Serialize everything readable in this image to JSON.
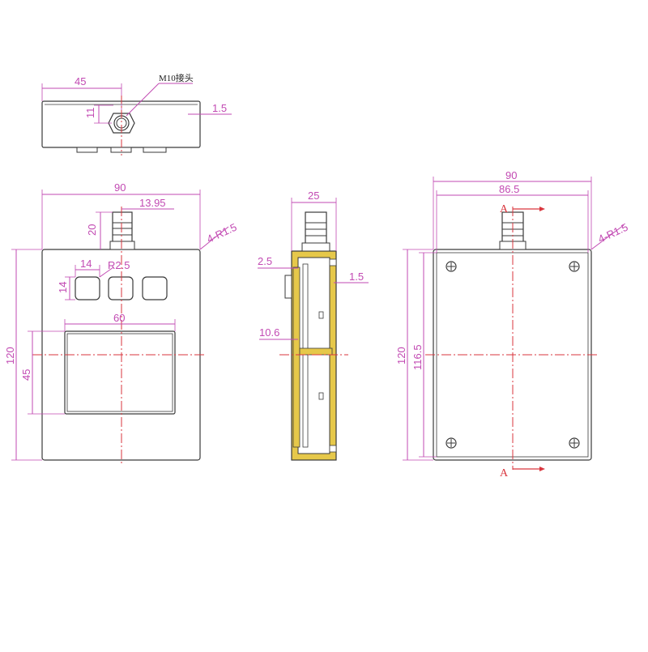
{
  "colors": {
    "outline": "#3a3a3a",
    "dimension": "#c24ab3",
    "centerline": "#d9363e",
    "housing": "#e6c84a"
  },
  "top_view": {
    "width_dim": "45",
    "height_dim": "11",
    "thickness_dim": "1.5",
    "connector_label": "M10接头"
  },
  "front_view": {
    "overall_width": "90",
    "connector_offset": "13.95",
    "connector_height": "20",
    "corner_radius": "4-R1.5",
    "key_width": "14",
    "key_radius": "R2.5",
    "key_height": "14",
    "touchpad_width": "60",
    "touchpad_height": "45",
    "overall_height": "120"
  },
  "side_view": {
    "depth": "25",
    "panel_offset": "2.5",
    "panel_thickness": "1.5",
    "center_offset": "10.6"
  },
  "back_view": {
    "overall_width": "90",
    "inner_width": "86.5",
    "corner_radius": "4-R1.5",
    "overall_height": "120",
    "inner_height": "116.5",
    "section_label_top": "A",
    "section_label_bottom": "A"
  }
}
